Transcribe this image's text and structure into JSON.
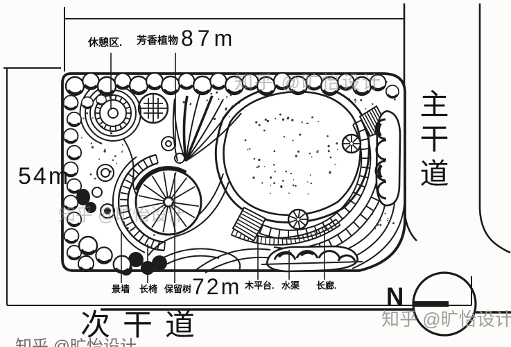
{
  "dimensions": {
    "top": "87m",
    "left": "54m",
    "bottom": "72m"
  },
  "roads": {
    "main": "主干道",
    "secondary": "次干道"
  },
  "north_label": "N",
  "annotations": {
    "rest_area": "休憩区.",
    "aromatic_plants": "芳香植物",
    "scenery_wall": "景墙",
    "bench": "长椅",
    "preserved_tree": "保留树",
    "wood_deck": "木平台.",
    "water_channel": "水渠",
    "corridor": "长廊."
  },
  "watermark": "知乎 @旷怡设计",
  "colors": {
    "ink": "#1c1c1c",
    "watermark": "#9b9892",
    "paper": "#fcfcfb"
  }
}
